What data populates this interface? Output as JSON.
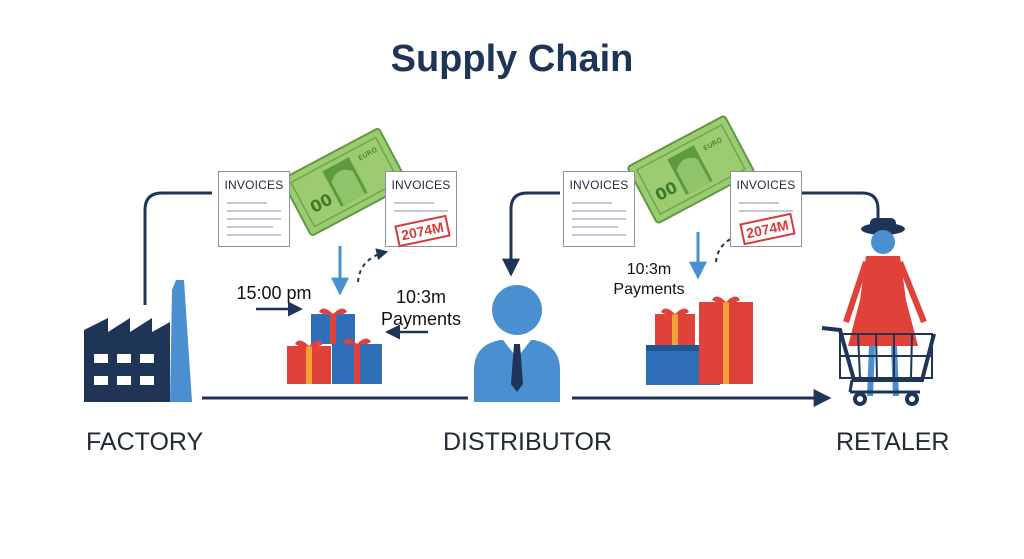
{
  "title": "Supply Chain",
  "nodes": {
    "factory": "FACTORY",
    "distributor": "DISTRIBUTOR",
    "retailer": "RETALER"
  },
  "left_flow": {
    "invoice_a": "INVOICES",
    "invoice_b": "INVOICES",
    "stamp": "2074M",
    "time_label": "15:00 pm",
    "payment_time": "10:3m",
    "payment_label": "Payments"
  },
  "right_flow": {
    "invoice_a": "INVOICES",
    "invoice_b": "INVOICES",
    "stamp": "2074M",
    "payment_time": "10:3m",
    "payment_label": "Payments"
  },
  "colors": {
    "arrow": "#1e3557",
    "blue": "#4a8fd0",
    "dark_navy": "#1e3557",
    "gift_red": "#e0423a",
    "gift_blue": "#2f6fb8",
    "money_green": "#8fc46a",
    "stamp_red": "#d63b3b"
  }
}
